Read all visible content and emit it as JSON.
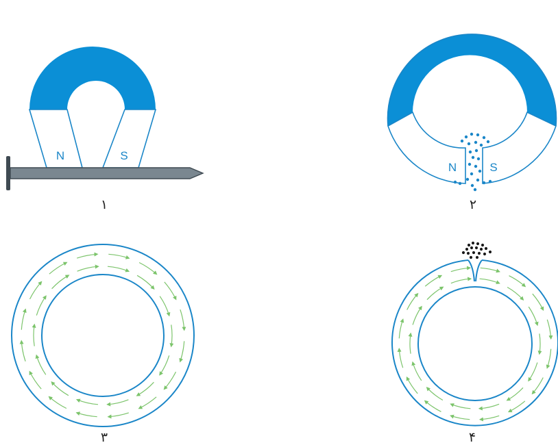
{
  "colors": {
    "magnet_blue": "#0b8fd6",
    "outline_blue": "#1a86c8",
    "nail_gray": "#7a8790",
    "nail_dark": "#3f4a52",
    "field_green": "#7cc46b",
    "filings_blue": "#1a86c8",
    "filings_black": "#1a1a1a"
  },
  "figures": [
    {
      "number": "۱",
      "pole_n": "N",
      "pole_s": "S"
    },
    {
      "number": "۲",
      "pole_n": "N",
      "pole_s": "S"
    },
    {
      "number": "۳"
    },
    {
      "number": "۴"
    }
  ]
}
